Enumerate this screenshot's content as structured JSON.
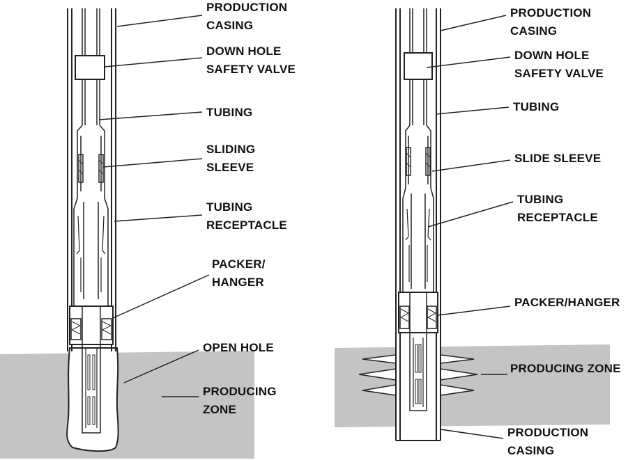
{
  "colors": {
    "zone_fill": "#c4c4c4",
    "line": "#222222",
    "background": "#ffffff"
  },
  "left_diagram": {
    "labels": {
      "production_casing": [
        "PRODUCTION",
        "CASING"
      ],
      "safety_valve": [
        "DOWN HOLE",
        "SAFETY VALVE"
      ],
      "tubing": [
        "TUBING"
      ],
      "sliding_sleeve": [
        "SLIDING",
        "SLEEVE"
      ],
      "tubing_receptacle": [
        "TUBING",
        "RECEPTACLE"
      ],
      "packer_hanger": [
        "PACKER/",
        "HANGER"
      ],
      "open_hole": [
        "OPEN HOLE"
      ],
      "producing_zone": [
        "PRODUCING",
        "ZONE"
      ]
    }
  },
  "right_diagram": {
    "labels": {
      "production_casing_top": [
        "PRODUCTION",
        "CASING"
      ],
      "safety_valve": [
        "DOWN HOLE",
        "SAFETY VALVE"
      ],
      "tubing": [
        "TUBING"
      ],
      "slide_sleeve": [
        "SLIDE SLEEVE"
      ],
      "tubing_receptacle": [
        "TUBING",
        "RECEPTACLE"
      ],
      "packer_hanger": [
        "PACKER/HANGER"
      ],
      "producing_zone": [
        "PRODUCING ZONE"
      ],
      "production_casing_bottom": [
        "PRODUCTION",
        "CASING"
      ]
    }
  }
}
